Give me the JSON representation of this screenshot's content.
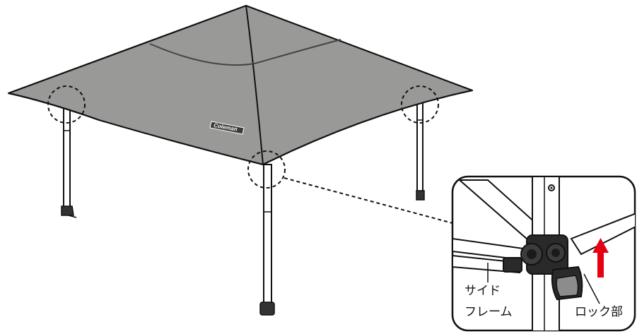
{
  "brand": {
    "logo_text": "Coleman"
  },
  "callout": {
    "side_frame_line1": "サイド",
    "side_frame_line2": "フレーム",
    "lock_part": "ロック部"
  },
  "colors": {
    "canopy": "#999a98",
    "outline": "#111111",
    "arrow": "#e60012",
    "lock_body": "#2a2a2a",
    "lock_button": "#8c8c8c"
  }
}
